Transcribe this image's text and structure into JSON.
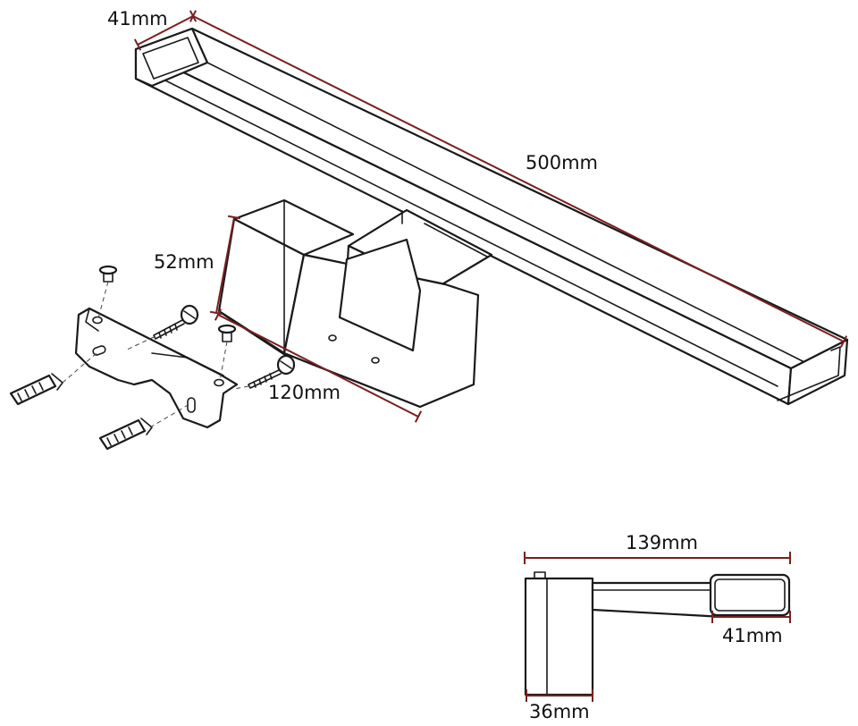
{
  "dimensions": {
    "bar_depth": "41mm",
    "bar_length": "500mm",
    "box_height": "52mm",
    "box_length": "120mm",
    "side_projection": "139mm",
    "side_head": "41mm",
    "side_base": "36mm"
  },
  "colors": {
    "dimension_line": "#7a1f1f",
    "outline": "#1a1a1a"
  }
}
